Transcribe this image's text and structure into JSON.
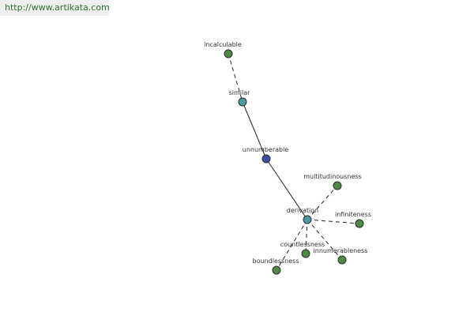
{
  "source_url": "http://www.artikata.com",
  "colors": {
    "leaf": "#4f8a45",
    "intermediate": "#4a9aa5",
    "root": "#3d4fa0"
  },
  "graph": {
    "nodes": [
      {
        "id": "incalculable",
        "label": "incalculable",
        "kind": "leaf"
      },
      {
        "id": "similar",
        "label": "similar",
        "kind": "intermediate"
      },
      {
        "id": "unnumberable",
        "label": "unnumberable",
        "kind": "root"
      },
      {
        "id": "multitudinousness",
        "label": "multitudinousness",
        "kind": "leaf"
      },
      {
        "id": "derivation",
        "label": "derivation",
        "kind": "intermediate"
      },
      {
        "id": "infiniteness",
        "label": "infiniteness",
        "kind": "leaf"
      },
      {
        "id": "countlessness",
        "label": "countlessness",
        "kind": "leaf"
      },
      {
        "id": "innumerableness",
        "label": "innumerableness",
        "kind": "leaf"
      },
      {
        "id": "boundlessness",
        "label": "boundlessness",
        "kind": "leaf"
      }
    ],
    "edges": [
      {
        "from": "incalculable",
        "to": "similar",
        "style": "dashed"
      },
      {
        "from": "similar",
        "to": "unnumberable",
        "style": "solid"
      },
      {
        "from": "unnumberable",
        "to": "derivation",
        "style": "solid"
      },
      {
        "from": "derivation",
        "to": "multitudinousness",
        "style": "dashed"
      },
      {
        "from": "derivation",
        "to": "infiniteness",
        "style": "dashed"
      },
      {
        "from": "derivation",
        "to": "countlessness",
        "style": "dashed"
      },
      {
        "from": "derivation",
        "to": "innumerableness",
        "style": "dashed"
      },
      {
        "from": "derivation",
        "to": "boundlessness",
        "style": "dashed"
      }
    ]
  }
}
